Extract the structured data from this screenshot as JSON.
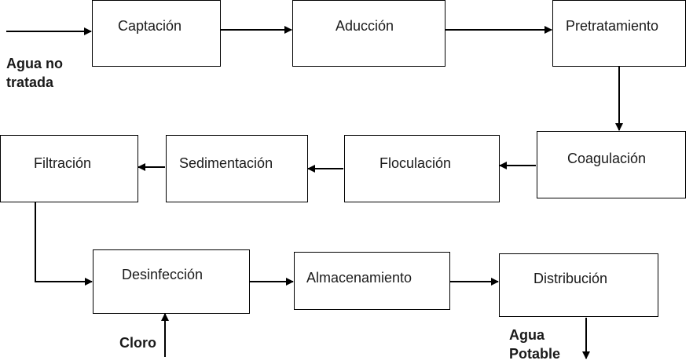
{
  "steps": {
    "captacion": "Captación",
    "aduccion": "Aducción",
    "pretratamiento": "Pretratamiento",
    "coagulacion": "Coagulación",
    "floculacion": "Floculación",
    "sedimentacion": "Sedimentación",
    "filtracion": "Filtración",
    "desinfeccion": "Desinfección",
    "almacenamiento": "Almacenamiento",
    "distribucion": "Distribución"
  },
  "inputs": {
    "raw_water_line1": "Agua no",
    "raw_water_line2": "tratada",
    "chlorine": "Cloro"
  },
  "outputs": {
    "potable_line1": "Agua",
    "potable_line2": "Potable"
  },
  "colors": {
    "box_border": "#000000",
    "arrow": "#000000",
    "text": "#1a1a1a"
  }
}
